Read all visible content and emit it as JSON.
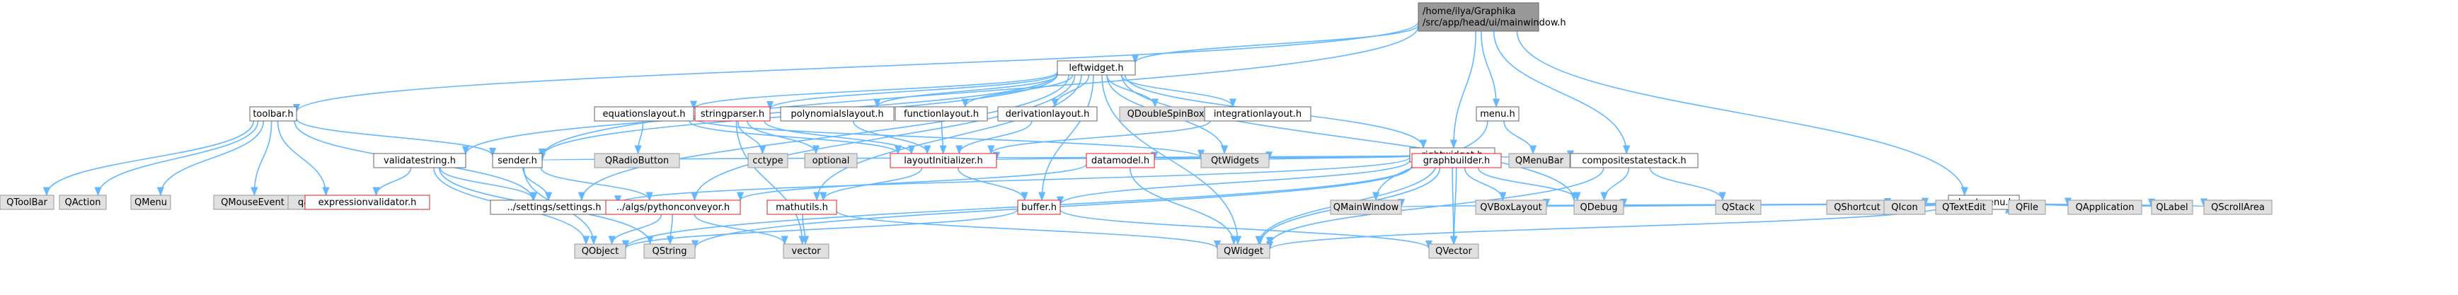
{
  "colors": {
    "edge": "#63b8ff",
    "root_fill": "#999999",
    "root_stroke": "#666666",
    "file_fill": "#ffffff",
    "file_stroke": "#666666",
    "missing_fill": "#ffffff",
    "missing_stroke": "#dd2222",
    "external_fill": "#e0e0e0",
    "external_stroke": "#999999",
    "text": "#000000"
  },
  "nodes": [
    {
      "id": "mainwindow",
      "lines": [
        "/home/ilya/Graphika",
        "/src/app/head/ui/mainwindow.h"
      ],
      "kind": "root"
    },
    {
      "id": "leftwidget",
      "lines": [
        "leftwidget.h"
      ],
      "kind": "file"
    },
    {
      "id": "toolbar",
      "lines": [
        "toolbar.h"
      ],
      "kind": "file"
    },
    {
      "id": "rightwidget",
      "lines": [
        "rightwidget.h"
      ],
      "kind": "file"
    },
    {
      "id": "menu",
      "lines": [
        "menu.h"
      ],
      "kind": "file"
    },
    {
      "id": "compositestatestack",
      "lines": [
        "compositestatestack.h"
      ],
      "kind": "file"
    },
    {
      "id": "sheetmenu",
      "lines": [
        "sheetmenu.h"
      ],
      "kind": "file"
    },
    {
      "id": "equationslayout",
      "lines": [
        "equationslayout.h"
      ],
      "kind": "file"
    },
    {
      "id": "stringparser",
      "lines": [
        "stringparser.h"
      ],
      "kind": "missing"
    },
    {
      "id": "polynomialslayout",
      "lines": [
        "polynomialslayout.h"
      ],
      "kind": "file"
    },
    {
      "id": "functionlayout",
      "lines": [
        "functionlayout.h"
      ],
      "kind": "file"
    },
    {
      "id": "derivationlayout",
      "lines": [
        "derivationlayout.h"
      ],
      "kind": "file"
    },
    {
      "id": "qdoublespinbox",
      "lines": [
        "QDoubleSpinBox"
      ],
      "kind": "external"
    },
    {
      "id": "integrationlayout",
      "lines": [
        "integrationlayout.h"
      ],
      "kind": "file"
    },
    {
      "id": "qtoolbar",
      "lines": [
        "QToolBar"
      ],
      "kind": "external"
    },
    {
      "id": "qaction",
      "lines": [
        "QAction"
      ],
      "kind": "external"
    },
    {
      "id": "qmenu",
      "lines": [
        "QMenu"
      ],
      "kind": "external"
    },
    {
      "id": "qmouseevent",
      "lines": [
        "QMouseEvent"
      ],
      "kind": "external"
    },
    {
      "id": "qapplication_h",
      "lines": [
        "qapplication.h"
      ],
      "kind": "external"
    },
    {
      "id": "validatestring",
      "lines": [
        "validatestring.h"
      ],
      "kind": "file"
    },
    {
      "id": "sender",
      "lines": [
        "sender.h"
      ],
      "kind": "file"
    },
    {
      "id": "qradiobutton",
      "lines": [
        "QRadioButton"
      ],
      "kind": "external"
    },
    {
      "id": "cctype",
      "lines": [
        "cctype"
      ],
      "kind": "external"
    },
    {
      "id": "optional",
      "lines": [
        "optional"
      ],
      "kind": "external"
    },
    {
      "id": "layoutinitializer",
      "lines": [
        "layoutInitializer.h"
      ],
      "kind": "missing"
    },
    {
      "id": "qtwidgets",
      "lines": [
        "QtWidgets"
      ],
      "kind": "external"
    },
    {
      "id": "datamodel",
      "lines": [
        "datamodel.h"
      ],
      "kind": "missing"
    },
    {
      "id": "graphbuilder",
      "lines": [
        "graphbuilder.h"
      ],
      "kind": "missing"
    },
    {
      "id": "qmenubar",
      "lines": [
        "QMenuBar"
      ],
      "kind": "external"
    },
    {
      "id": "expressionvalidator",
      "lines": [
        "expressionvalidator.h"
      ],
      "kind": "missing"
    },
    {
      "id": "settings",
      "lines": [
        "../settings/settings.h"
      ],
      "kind": "file"
    },
    {
      "id": "pythonconveyor",
      "lines": [
        "../algs/pythonconveyor.h"
      ],
      "kind": "missing"
    },
    {
      "id": "mathutils",
      "lines": [
        "mathutils.h"
      ],
      "kind": "missing"
    },
    {
      "id": "buffer",
      "lines": [
        "buffer.h"
      ],
      "kind": "missing"
    },
    {
      "id": "qmainwindow",
      "lines": [
        "QMainWindow"
      ],
      "kind": "external"
    },
    {
      "id": "qvboxlayout",
      "lines": [
        "QVBoxLayout"
      ],
      "kind": "external"
    },
    {
      "id": "qdebug",
      "lines": [
        "QDebug"
      ],
      "kind": "external"
    },
    {
      "id": "qstack",
      "lines": [
        "QStack"
      ],
      "kind": "external"
    },
    {
      "id": "qshortcut",
      "lines": [
        "QShortcut"
      ],
      "kind": "external"
    },
    {
      "id": "qicon",
      "lines": [
        "QIcon"
      ],
      "kind": "external"
    },
    {
      "id": "qtextedit",
      "lines": [
        "QTextEdit"
      ],
      "kind": "external"
    },
    {
      "id": "qfile",
      "lines": [
        "QFile"
      ],
      "kind": "external"
    },
    {
      "id": "qapplication",
      "lines": [
        "QApplication"
      ],
      "kind": "external"
    },
    {
      "id": "qlabel",
      "lines": [
        "QLabel"
      ],
      "kind": "external"
    },
    {
      "id": "qscrollarea",
      "lines": [
        "QScrollArea"
      ],
      "kind": "external"
    },
    {
      "id": "qobject",
      "lines": [
        "QObject"
      ],
      "kind": "external"
    },
    {
      "id": "qstring",
      "lines": [
        "QString"
      ],
      "kind": "external"
    },
    {
      "id": "vector",
      "lines": [
        "vector"
      ],
      "kind": "external"
    },
    {
      "id": "qwidget",
      "lines": [
        "QWidget"
      ],
      "kind": "external"
    },
    {
      "id": "qvector",
      "lines": [
        "QVector"
      ],
      "kind": "external"
    }
  ],
  "edges": [
    [
      "mainwindow",
      "leftwidget"
    ],
    [
      "mainwindow",
      "toolbar"
    ],
    [
      "mainwindow",
      "rightwidget"
    ],
    [
      "mainwindow",
      "menu"
    ],
    [
      "mainwindow",
      "compositestatestack"
    ],
    [
      "mainwindow",
      "sheetmenu"
    ],
    [
      "mainwindow",
      "sender"
    ],
    [
      "leftwidget",
      "equationslayout"
    ],
    [
      "leftwidget",
      "stringparser"
    ],
    [
      "leftwidget",
      "polynomialslayout"
    ],
    [
      "leftwidget",
      "functionlayout"
    ],
    [
      "leftwidget",
      "derivationlayout"
    ],
    [
      "leftwidget",
      "qdoublespinbox"
    ],
    [
      "leftwidget",
      "integrationlayout"
    ],
    [
      "leftwidget",
      "rightwidget"
    ],
    [
      "leftwidget",
      "validatestring"
    ],
    [
      "leftwidget",
      "sender"
    ],
    [
      "leftwidget",
      "settings"
    ],
    [
      "leftwidget",
      "qwidget"
    ],
    [
      "leftwidget",
      "qdebug"
    ],
    [
      "leftwidget",
      "buffer"
    ],
    [
      "leftwidget",
      "mathutils"
    ],
    [
      "leftwidget",
      "pythonconveyor"
    ],
    [
      "leftwidget",
      "qtwidgets"
    ],
    [
      "toolbar",
      "qtoolbar"
    ],
    [
      "toolbar",
      "qaction"
    ],
    [
      "toolbar",
      "qmenu"
    ],
    [
      "toolbar",
      "qmouseevent"
    ],
    [
      "toolbar",
      "qapplication_h"
    ],
    [
      "toolbar",
      "sender"
    ],
    [
      "toolbar",
      "settings"
    ],
    [
      "equationslayout",
      "qradiobutton"
    ],
    [
      "equationslayout",
      "layoutinitializer"
    ],
    [
      "equationslayout",
      "qtwidgets"
    ],
    [
      "stringparser",
      "cctype"
    ],
    [
      "stringparser",
      "optional"
    ],
    [
      "stringparser",
      "vector"
    ],
    [
      "stringparser",
      "layoutinitializer"
    ],
    [
      "polynomialslayout",
      "layoutinitializer"
    ],
    [
      "functionlayout",
      "layoutinitializer"
    ],
    [
      "derivationlayout",
      "layoutinitializer"
    ],
    [
      "integrationlayout",
      "layoutinitializer"
    ],
    [
      "rightwidget",
      "datamodel"
    ],
    [
      "rightwidget",
      "graphbuilder"
    ],
    [
      "rightwidget",
      "qtwidgets"
    ],
    [
      "rightwidget",
      "sender"
    ],
    [
      "rightwidget",
      "qwidget"
    ],
    [
      "rightwidget",
      "compositestatestack"
    ],
    [
      "rightwidget",
      "layoutinitializer"
    ],
    [
      "rightwidget",
      "qvector"
    ],
    [
      "rightwidget",
      "settings"
    ],
    [
      "rightwidget",
      "buffer"
    ],
    [
      "menu",
      "qmenubar"
    ],
    [
      "menu",
      "qmainwindow"
    ],
    [
      "compositestatestack",
      "qstack"
    ],
    [
      "compositestatestack",
      "qdebug"
    ],
    [
      "compositestatestack",
      "qwidget"
    ],
    [
      "sheetmenu",
      "qshortcut"
    ],
    [
      "sheetmenu",
      "qicon"
    ],
    [
      "sheetmenu",
      "qtextedit"
    ],
    [
      "sheetmenu",
      "qfile"
    ],
    [
      "sheetmenu",
      "qapplication"
    ],
    [
      "sheetmenu",
      "qlabel"
    ],
    [
      "sheetmenu",
      "qscrollarea"
    ],
    [
      "sheetmenu",
      "qdebug"
    ],
    [
      "sheetmenu",
      "qvboxlayout"
    ],
    [
      "sheetmenu",
      "qmainwindow"
    ],
    [
      "sheetmenu",
      "qwidget"
    ],
    [
      "validatestring",
      "expressionvalidator"
    ],
    [
      "validatestring",
      "settings"
    ],
    [
      "validatestring",
      "qstring"
    ],
    [
      "validatestring",
      "qobject"
    ],
    [
      "sender",
      "settings"
    ],
    [
      "sender",
      "pythonconveyor"
    ],
    [
      "sender",
      "qobject"
    ],
    [
      "layoutinitializer",
      "mathutils"
    ],
    [
      "layoutinitializer",
      "buffer"
    ],
    [
      "datamodel",
      "pythonconveyor"
    ],
    [
      "datamodel",
      "qwidget"
    ],
    [
      "graphbuilder",
      "qvboxlayout"
    ],
    [
      "graphbuilder",
      "qdebug"
    ],
    [
      "graphbuilder",
      "qvector"
    ],
    [
      "graphbuilder",
      "qwidget"
    ],
    [
      "graphbuilder",
      "qstring"
    ],
    [
      "graphbuilder",
      "qobject"
    ],
    [
      "pythonconveyor",
      "qobject"
    ],
    [
      "pythonconveyor",
      "qstring"
    ],
    [
      "pythonconveyor",
      "vector"
    ],
    [
      "mathutils",
      "vector"
    ],
    [
      "mathutils",
      "qwidget"
    ],
    [
      "buffer",
      "qvector"
    ],
    [
      "buffer",
      "qobject"
    ]
  ]
}
